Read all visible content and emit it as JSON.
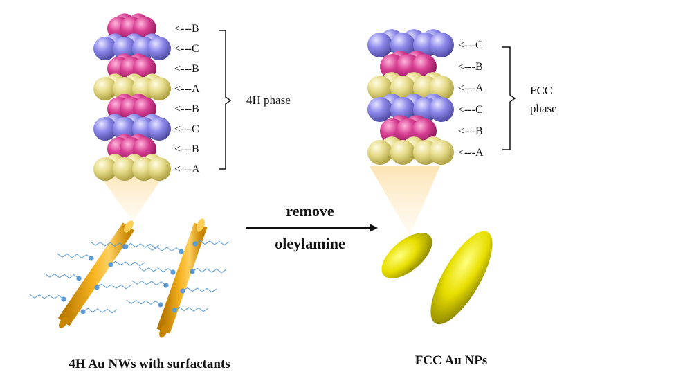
{
  "left_stack": {
    "layers": [
      "B",
      "C",
      "B",
      "A",
      "B",
      "C",
      "B",
      "A"
    ],
    "arrow_prefix": "<---",
    "phase_label": "4H phase"
  },
  "right_stack": {
    "layers": [
      "C",
      "B",
      "A",
      "C",
      "B",
      "A"
    ],
    "arrow_prefix": "<---",
    "phase_label_line1": "FCC",
    "phase_label_line2": "phase"
  },
  "process": {
    "label_top": "remove",
    "label_bottom": "oleylamine"
  },
  "captions": {
    "left": "4H Au NWs with surfactants",
    "right": "FCC Au NPs"
  },
  "colors": {
    "A": "#d9cf7a",
    "B": "#d63b8f",
    "C": "#8a86e6",
    "gold_rod": "#e8a91c",
    "nanoparticle": "#e6dc00",
    "surfactant": "#5b9bd5"
  }
}
